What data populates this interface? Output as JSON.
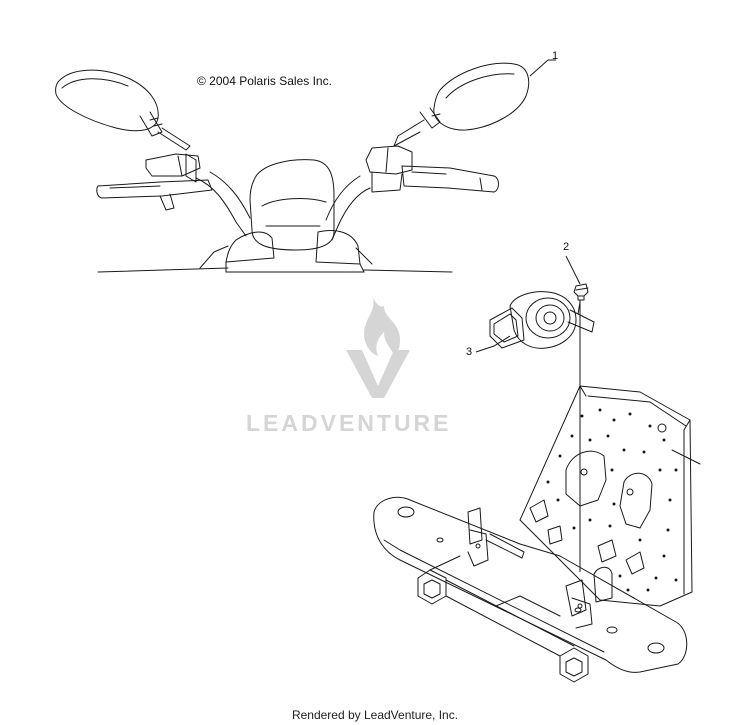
{
  "copyright": "© 2004 Polaris Sales Inc.",
  "callouts": [
    {
      "label": "1",
      "part": "mirror"
    },
    {
      "label": "2",
      "part": "screw"
    },
    {
      "label": "3",
      "part": "horn"
    }
  ],
  "watermark": {
    "text": "LEADVENTURE",
    "icon": "flame-logo-icon"
  },
  "footer": "Rendered by LeadVenture, Inc.",
  "colors": {
    "line": "#1a1a1a",
    "watermark": "#d5d5d5"
  }
}
